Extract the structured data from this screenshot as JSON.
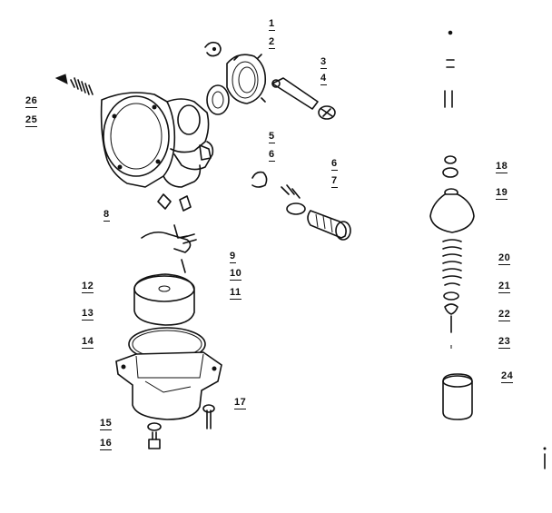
{
  "callouts": [
    {
      "id": "1",
      "text": "1"
    },
    {
      "id": "2",
      "text": "2"
    },
    {
      "id": "3",
      "text": "3"
    },
    {
      "id": "4",
      "text": "4"
    },
    {
      "id": "5",
      "text": "5"
    },
    {
      "id": "6a",
      "text": "6"
    },
    {
      "id": "6b",
      "text": "6"
    },
    {
      "id": "7",
      "text": "7"
    },
    {
      "id": "8",
      "text": "8"
    },
    {
      "id": "9",
      "text": "9"
    },
    {
      "id": "10",
      "text": "10"
    },
    {
      "id": "11",
      "text": "11"
    },
    {
      "id": "12",
      "text": "12"
    },
    {
      "id": "13",
      "text": "13"
    },
    {
      "id": "14",
      "text": "14"
    },
    {
      "id": "15",
      "text": "15"
    },
    {
      "id": "16",
      "text": "16"
    },
    {
      "id": "17",
      "text": "17"
    },
    {
      "id": "18",
      "text": "18"
    },
    {
      "id": "19",
      "text": "19"
    },
    {
      "id": "20",
      "text": "20"
    },
    {
      "id": "21",
      "text": "21"
    },
    {
      "id": "22",
      "text": "22"
    },
    {
      "id": "23",
      "text": "23"
    },
    {
      "id": "24",
      "text": "24"
    },
    {
      "id": "25",
      "text": "25"
    },
    {
      "id": "26",
      "text": "26"
    }
  ]
}
